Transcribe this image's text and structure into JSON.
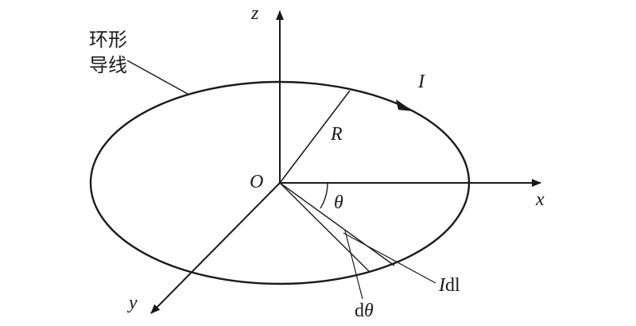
{
  "labels": {
    "loop_name_line1": "环形",
    "loop_name_line2": "导线",
    "axis_z": "z",
    "axis_x": "x",
    "axis_y": "y",
    "origin": "O",
    "radius": "R",
    "current": "I",
    "angle": "θ",
    "element_I": "I",
    "element_dl": "dl",
    "dtheta_d": "d",
    "dtheta_theta": "θ"
  },
  "colors": {
    "ink": "#1a1a1a",
    "background": "#ffffff"
  }
}
